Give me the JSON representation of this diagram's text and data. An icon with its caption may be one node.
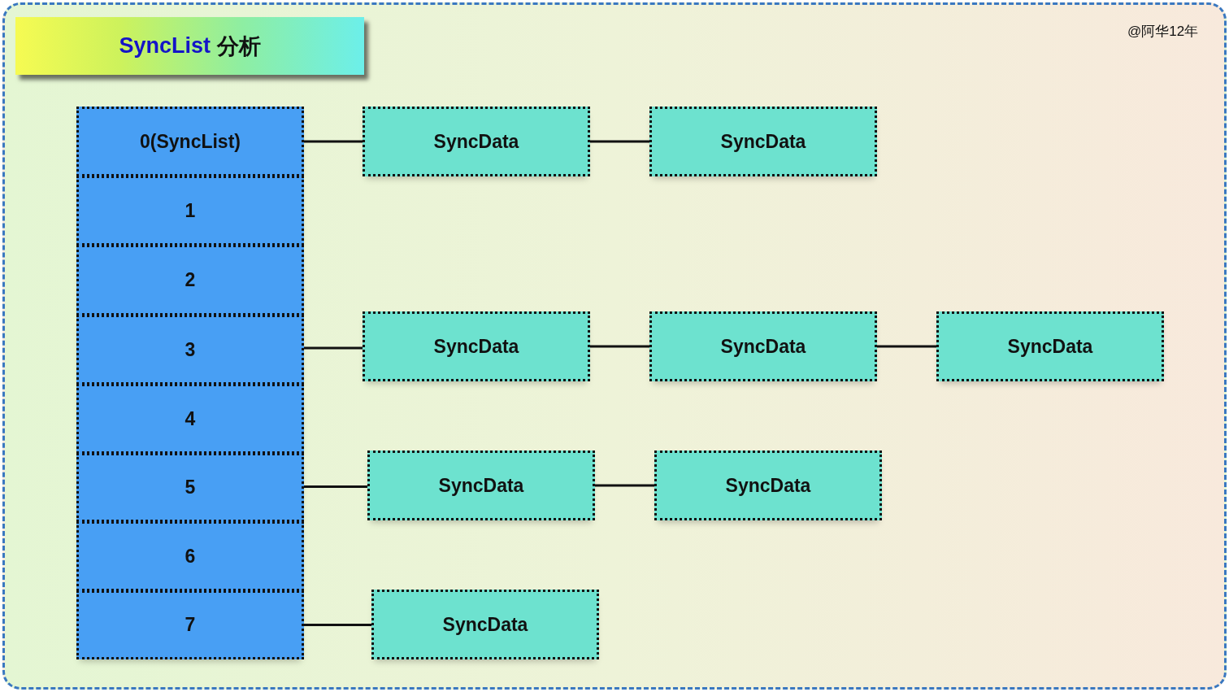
{
  "diagram": {
    "title": "SyncList 分析",
    "nodes": [
      {
        "text": [
          "0(SyncList)"
        ]
      },
      {
        "text": [
          "1"
        ]
      },
      {
        "text": [
          "2"
        ]
      },
      {
        "text": [
          "3"
        ]
      },
      {
        "text": [
          "4"
        ]
      },
      {
        "text": [
          "5"
        ]
      },
      {
        "text": [
          "6"
        ]
      },
      {
        "text": [
          "7"
        ]
      },
      {
        "text": [
          "SyncData"
        ]
      },
      {
        "text": [
          "SyncData"
        ]
      },
      {
        "text": [
          "SyncData"
        ]
      },
      {
        "text": [
          "SyncData"
        ]
      },
      {
        "text": [
          "SyncData"
        ]
      },
      {
        "text": [
          "SyncData"
        ]
      },
      {
        "text": [
          "SyncData"
        ]
      },
      {
        "text": [
          "SyncData"
        ]
      }
    ],
    "edges": [
      {
        "from": 0,
        "to": 8,
        "arrow": "none"
      },
      {
        "from": 8,
        "to": 9,
        "arrow": "none"
      },
      {
        "from": 3,
        "to": 10,
        "arrow": "none"
      },
      {
        "from": 10,
        "to": 11,
        "arrow": "none"
      },
      {
        "from": 11,
        "to": 12,
        "arrow": "none"
      },
      {
        "from": 5,
        "to": 13,
        "arrow": "none"
      },
      {
        "from": 13,
        "to": 14,
        "arrow": "none"
      },
      {
        "from": 7,
        "to": 15,
        "arrow": "none"
      }
    ],
    "labels": [
      "@阿华12年"
    ]
  }
}
